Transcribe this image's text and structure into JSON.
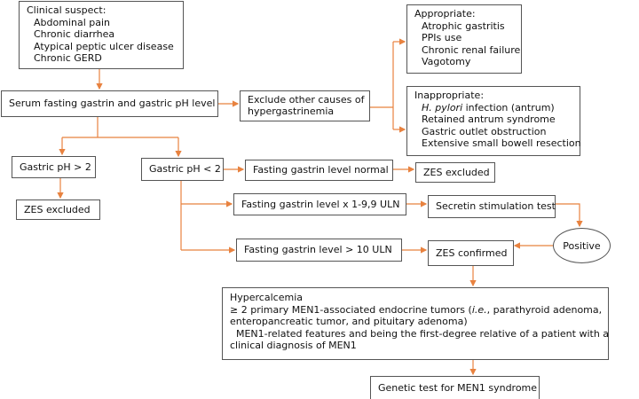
{
  "colors": {
    "arrow": "#e8823f",
    "border": "#555555"
  },
  "clinical": {
    "title": "Clinical suspect:",
    "items": [
      "Abdominal pain",
      "Chronic diarrhea",
      "Atypical peptic ulcer disease",
      "Chronic GERD"
    ]
  },
  "serum": "Serum fasting gastrin and gastric pH level",
  "exclude": {
    "line1": "Exclude other causes of",
    "line2": "hypergastrinemia"
  },
  "appropriate": {
    "title": "Appropriate:",
    "items": [
      "Atrophic gastritis",
      "PPIs use",
      "Chronic renal failure",
      "Vagotomy"
    ]
  },
  "inappropriate": {
    "title": "Inappropriate:",
    "hp_italic": "H. pylori",
    "hp_rest": " infection (antrum)",
    "items": [
      "Retained antrum syndrome",
      "Gastric outlet obstruction",
      "Extensive small bowell resection"
    ]
  },
  "ph_high": "Gastric pH > 2",
  "ph_high_result": "ZES excluded",
  "ph_low": "Gastric pH < 2",
  "gastrin_normal": "Fasting gastrin level normal",
  "gastrin_normal_result": "ZES excluded",
  "gastrin_mid": "Fasting gastrin level x 1-9,9 ULN",
  "secretin": "Secretin stimulation test",
  "positive": "Positive",
  "gastrin_high": "Fasting gastrin level > 10 ULN",
  "zes_confirmed": "ZES confirmed",
  "men1": {
    "line1": "Hypercalcemia",
    "line2a": "≥ 2 primary MEN1-associated endocrine tumors (",
    "line2i": "i.e.",
    "line2b": ", parathyroid adenoma,",
    "line3": "enteropancreatic tumor, and pituitary adenoma)",
    "line4": "  MEN1-related features and being the first-degree relative of a patient with a",
    "line5": "clinical diagnosis of MEN1"
  },
  "genetic": "Genetic test for MEN1 syndrome"
}
